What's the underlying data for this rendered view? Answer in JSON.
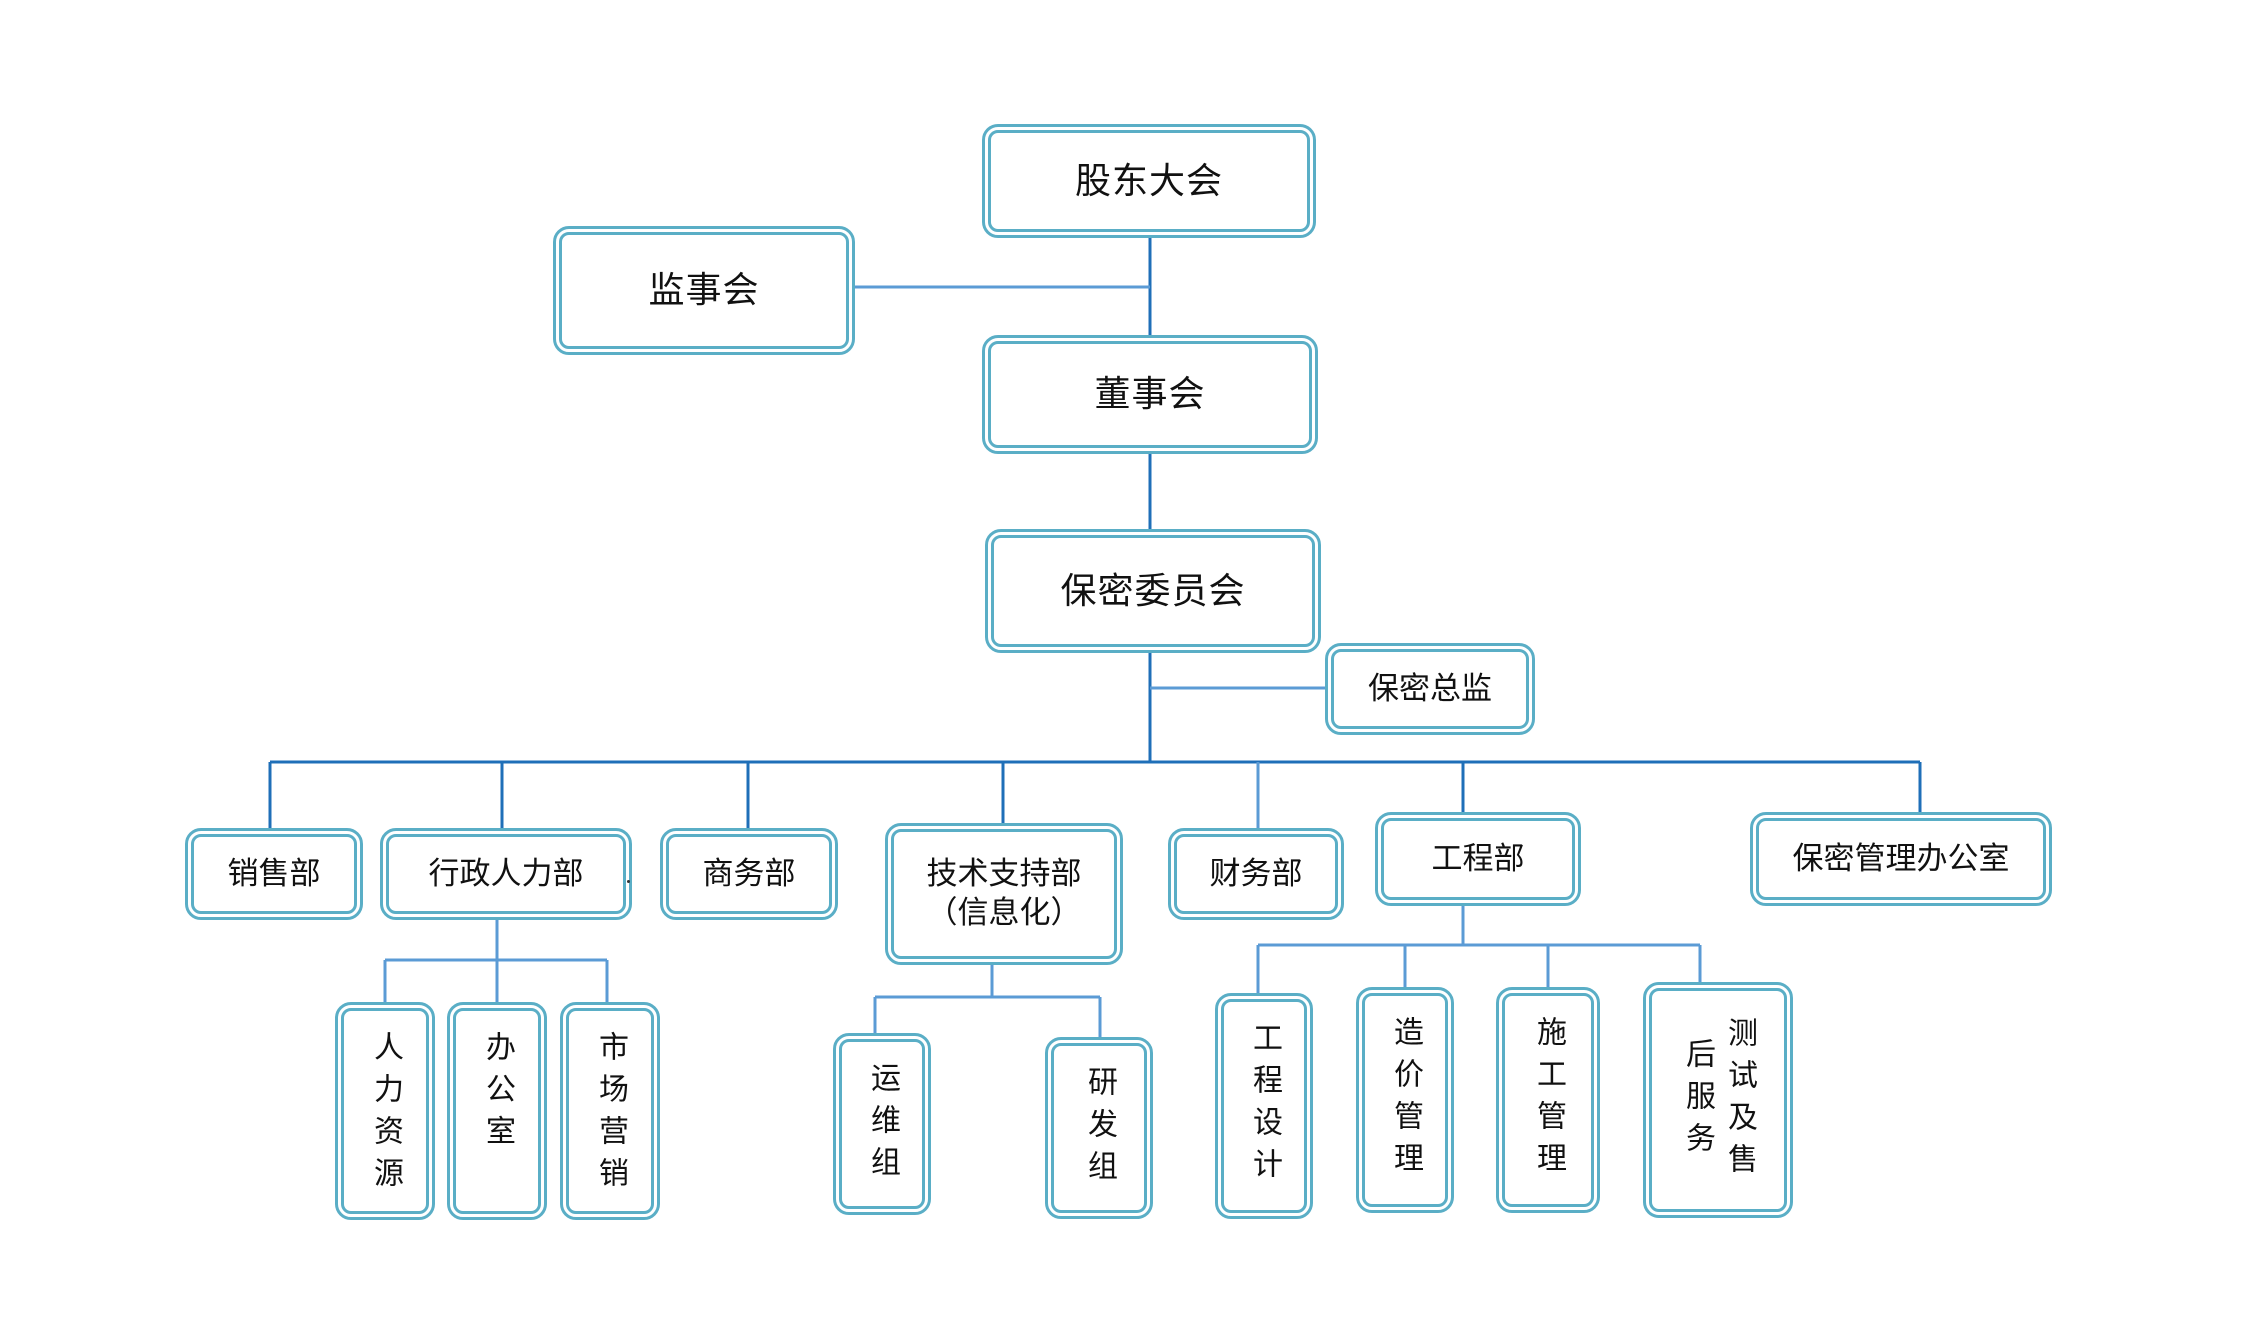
{
  "org_chart": {
    "top": {
      "shareholders": "股东大会",
      "supervisory_board": "监事会",
      "board": "董事会",
      "confidentiality_committee": "保密委员会",
      "confidentiality_director": "保密总监"
    },
    "departments": {
      "sales": "销售部",
      "admin_hr": "行政人力部",
      "business": "商务部",
      "tech_support_line1": "技术支持部",
      "tech_support_line2": "（信息化）",
      "finance": "财务部",
      "engineering": "工程部",
      "confidentiality_office": "保密管理办公室"
    },
    "sub_units": {
      "hr_resources": "人力资源",
      "office": "办公室",
      "marketing": "市场营销",
      "ops_group": "运维组",
      "rd_group": "研发组",
      "eng_design": "工程设计",
      "cost_mgmt": "造价管理",
      "construction_mgmt": "施工管理",
      "test_sales_service": "测试及售后服务"
    }
  },
  "colors": {
    "box_border": "#5aaec6",
    "line_dark": "#1f6fb8",
    "line_light": "#5b9bd5"
  }
}
